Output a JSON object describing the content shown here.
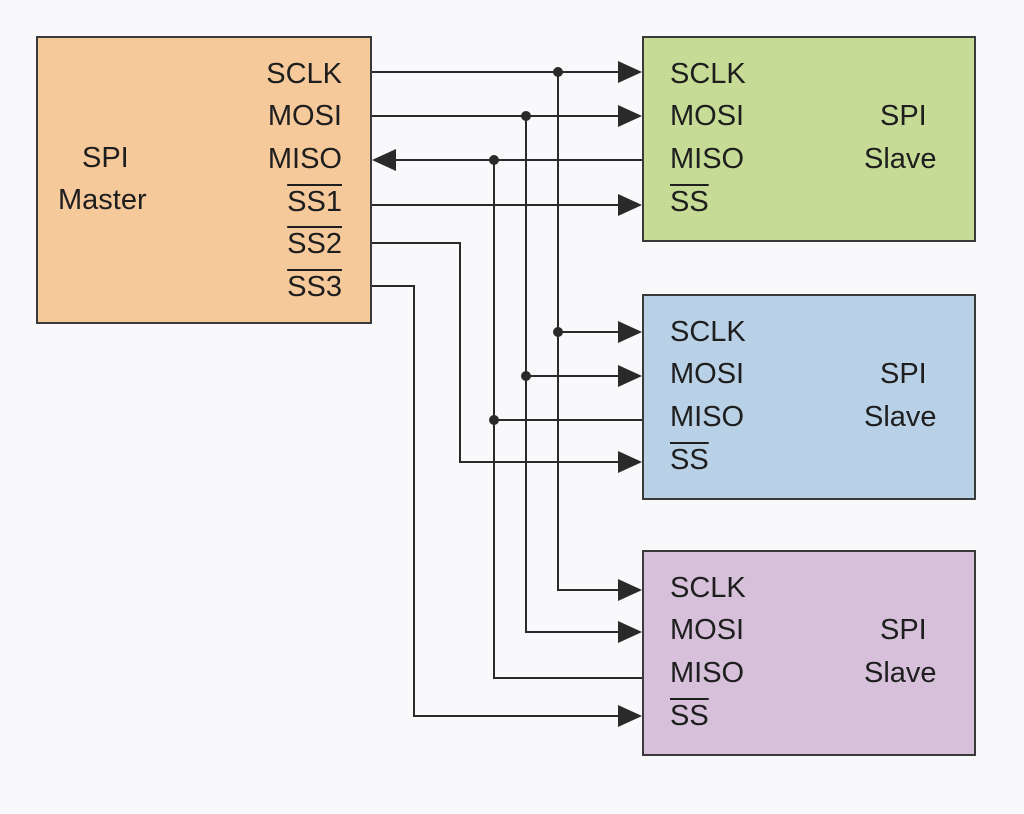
{
  "master": {
    "title_line1": "SPI",
    "title_line2": "Master",
    "pins": [
      "SCLK",
      "MOSI",
      "MISO",
      "SS1",
      "SS2",
      "SS3"
    ],
    "color": "#f6c99b"
  },
  "slaves": [
    {
      "title_line1": "SPI",
      "title_line2": "Slave",
      "pins": [
        "SCLK",
        "MOSI",
        "MISO",
        "SS"
      ],
      "color": "#c6dc96"
    },
    {
      "title_line1": "SPI",
      "title_line2": "Slave",
      "pins": [
        "SCLK",
        "MOSI",
        "MISO",
        "SS"
      ],
      "color": "#b9d1e6"
    },
    {
      "title_line1": "SPI",
      "title_line2": "Slave",
      "pins": [
        "SCLK",
        "MOSI",
        "MISO",
        "SS"
      ],
      "color": "#d6c0da"
    }
  ],
  "colors": {
    "wire": "#2a2a2a",
    "border": "#3a3a3a",
    "background": "#f9f9fb"
  }
}
